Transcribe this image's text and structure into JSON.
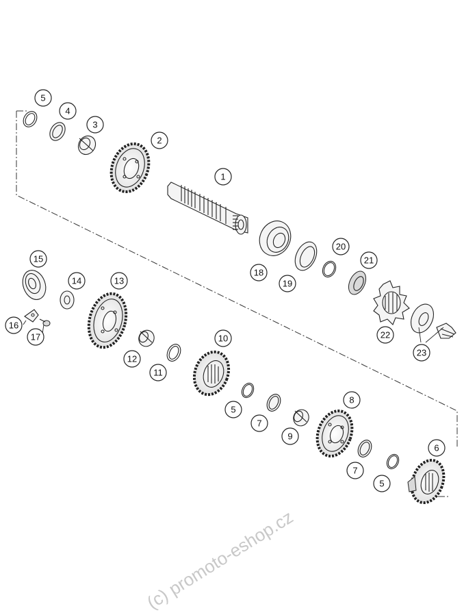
{
  "watermark": "(c) promoto-eshop.cz",
  "callouts": [
    {
      "label": "5"
    },
    {
      "label": "4"
    },
    {
      "label": "3"
    },
    {
      "label": "2"
    },
    {
      "label": "1"
    },
    {
      "label": "18"
    },
    {
      "label": "19"
    },
    {
      "label": "20"
    },
    {
      "label": "21"
    },
    {
      "label": "22"
    },
    {
      "label": "23"
    },
    {
      "label": "15"
    },
    {
      "label": "14"
    },
    {
      "label": "13"
    },
    {
      "label": "16"
    },
    {
      "label": "17"
    },
    {
      "label": "12"
    },
    {
      "label": "11"
    },
    {
      "label": "10"
    },
    {
      "label": "5"
    },
    {
      "label": "7"
    },
    {
      "label": "9"
    },
    {
      "label": "8"
    },
    {
      "label": "7"
    },
    {
      "label": "5"
    },
    {
      "label": "6"
    }
  ]
}
